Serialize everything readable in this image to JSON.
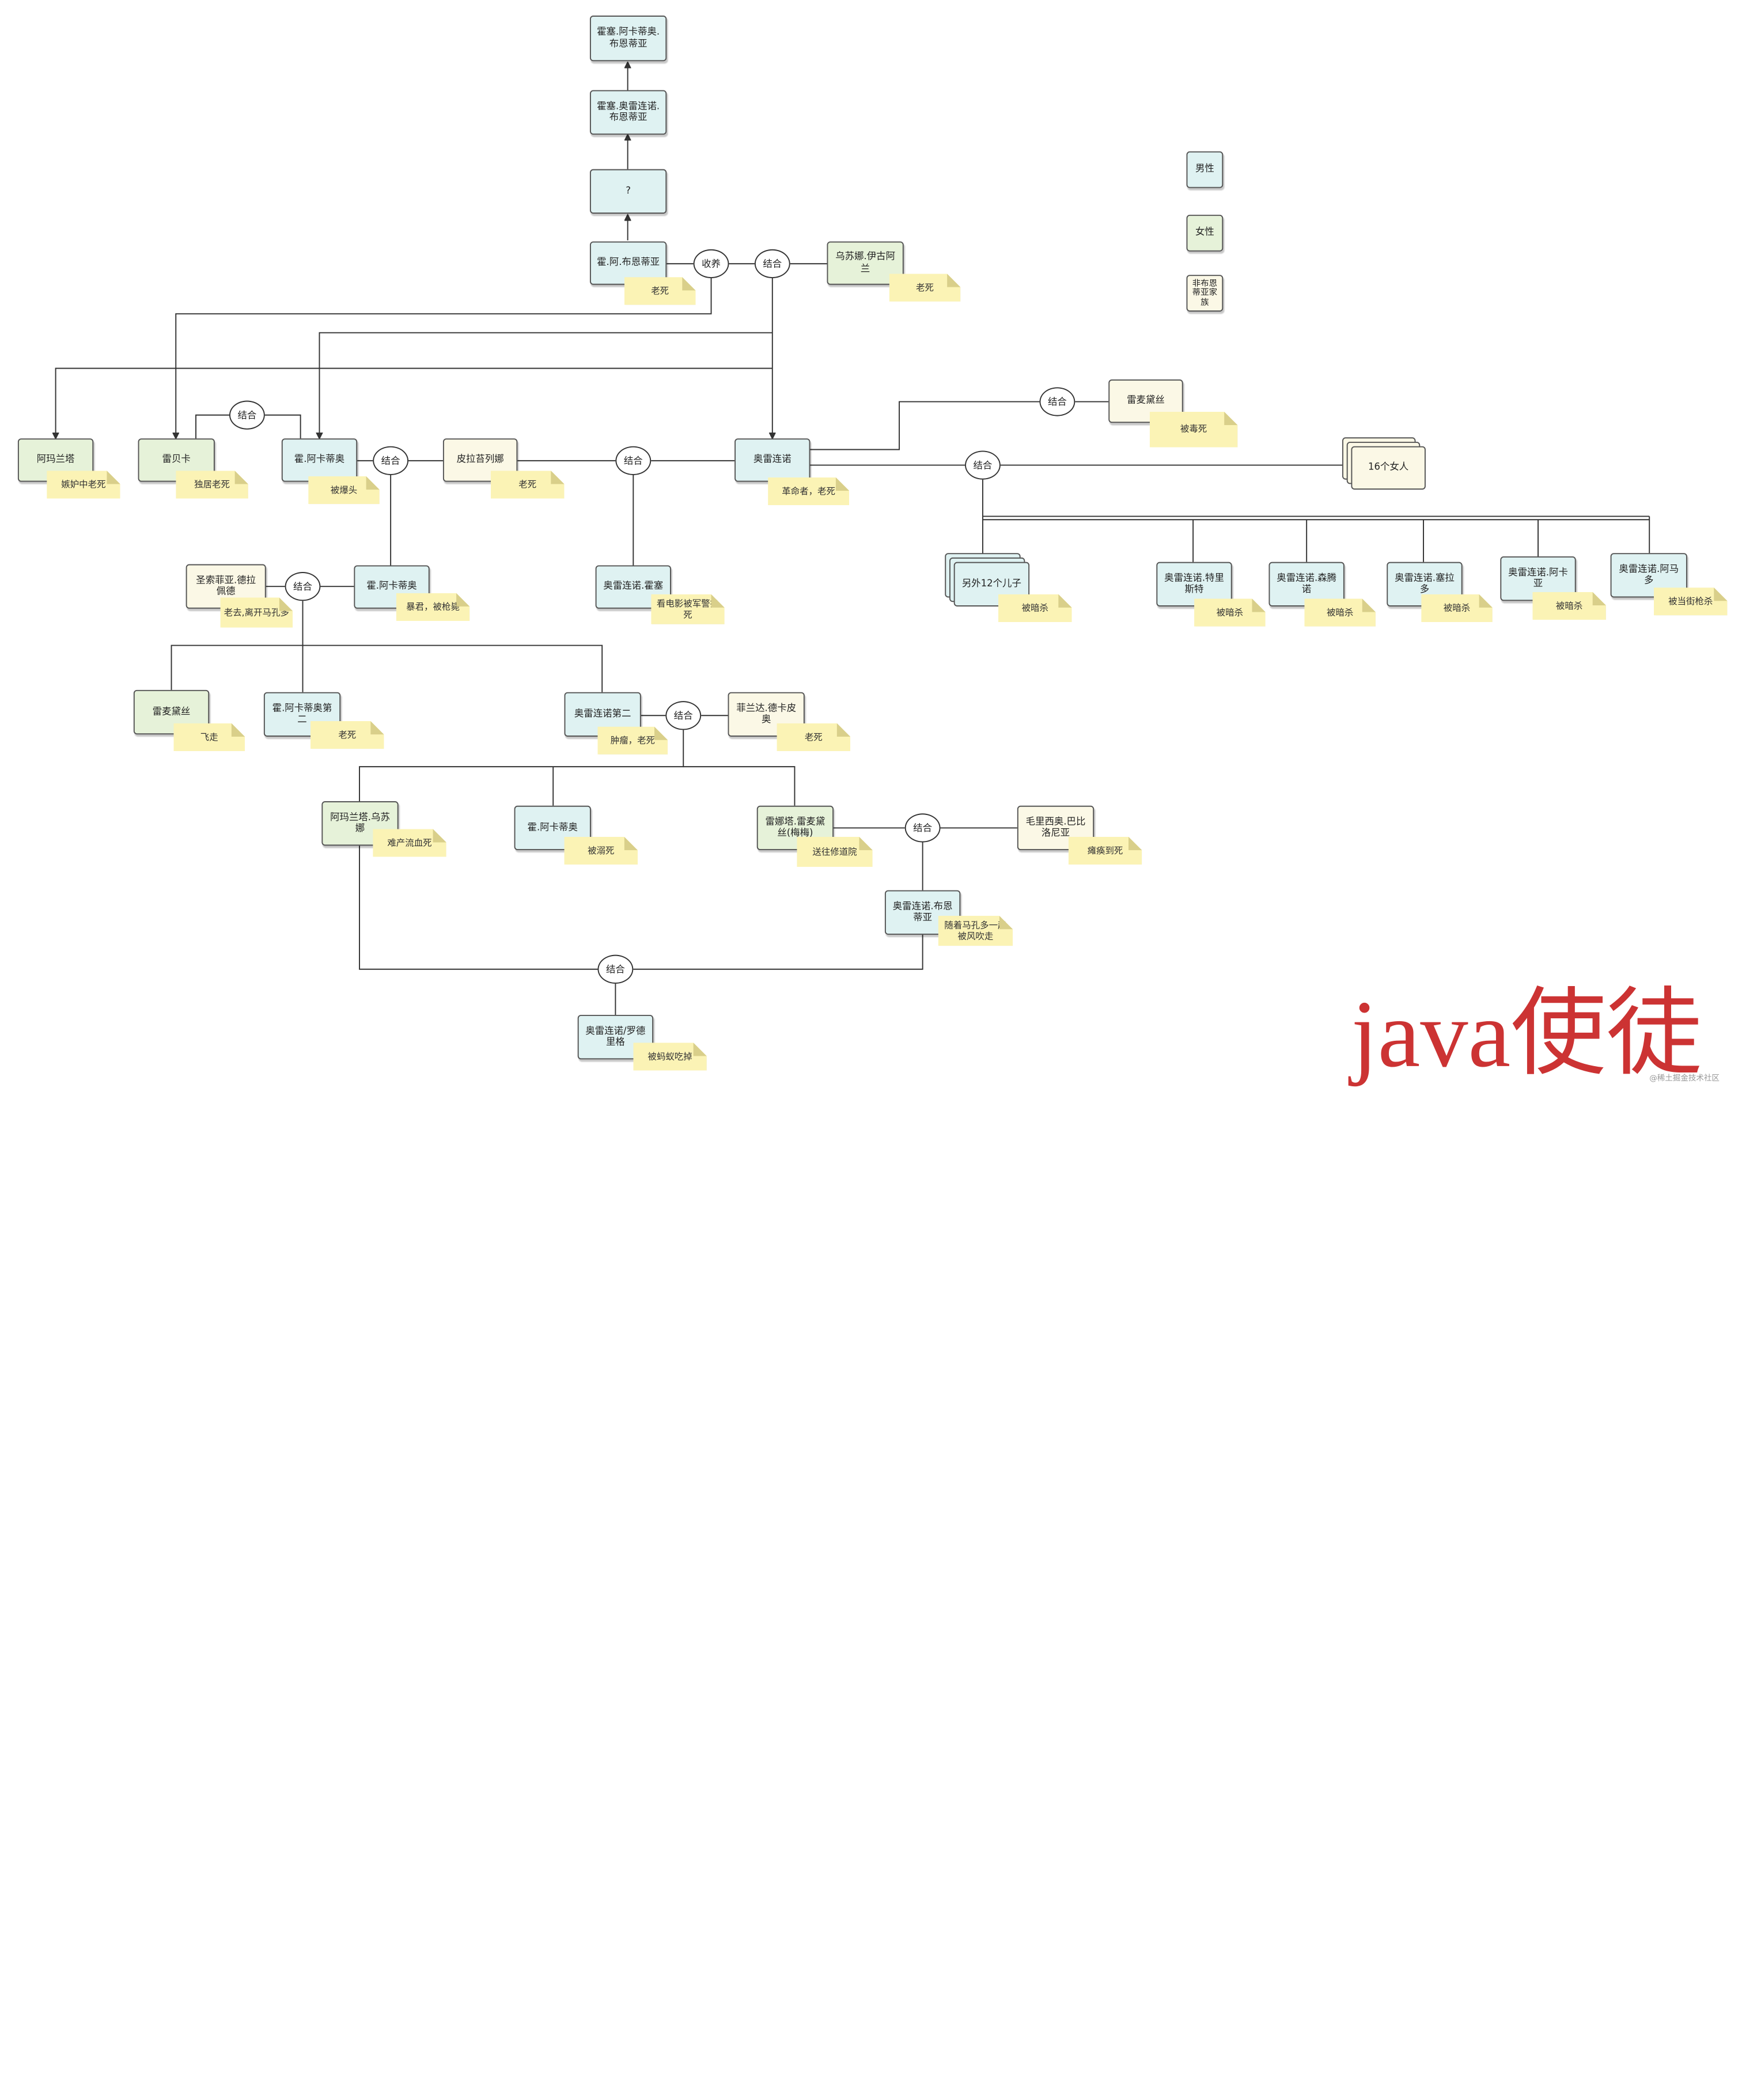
{
  "legend": {
    "male": "男性",
    "female": "女性",
    "non_family": "非布恩蒂亚家族"
  },
  "unions": {
    "adopt": "收养",
    "u_jose_ursula": "结合",
    "u_rebeca": "结合",
    "u_arcadio_pilar": "结合",
    "u_aureliano_pilar": "结合",
    "u_aureliano_remedios": "结合",
    "u_aureliano_16": "结合",
    "u_arcadio_santa": "结合",
    "u_ag2_fernanda": "结合",
    "u_meme_mauricio": "结合",
    "u_final": "结合"
  },
  "people": {
    "gg": {
      "name": "霍塞.阿卡蒂奥.布恩蒂亚"
    },
    "ga": {
      "name": "霍塞.奥雷连诺.布恩蒂亚"
    },
    "q": {
      "name": "?"
    },
    "jose": {
      "name": "霍.阿.布恩蒂亚",
      "fate": "老死"
    },
    "ursula": {
      "name": "乌苏娜.伊古阿兰",
      "fate": "老死"
    },
    "amaranta": {
      "name": "阿玛兰塔",
      "fate": "嫉妒中老死"
    },
    "rebeca": {
      "name": "雷贝卡",
      "fate": "独居老死"
    },
    "arcadio1": {
      "name": "霍.阿卡蒂奥",
      "fate": "被爆头"
    },
    "pilar": {
      "name": "皮拉苔列娜",
      "fate": "老死"
    },
    "aureliano": {
      "name": "奥雷连诺",
      "fate": "革命者，老死"
    },
    "remedios": {
      "name": "雷麦黛丝",
      "fate": "被毒死"
    },
    "women16": {
      "name": "16个女人"
    },
    "arcadio2": {
      "name": "霍.阿卡蒂奥",
      "fate": "暴君，被枪毙"
    },
    "santa": {
      "name": "圣索菲亚.德拉佩德",
      "fate": "老去,离开马孔多"
    },
    "aj": {
      "name": "奥雷连诺.霍塞",
      "fate": "看电影被军警打死"
    },
    "sons12": {
      "name": "另外12个儿子",
      "fate": "被暗杀"
    },
    "s1": {
      "name": "奥雷连诺.特里斯特",
      "fate": "被暗杀"
    },
    "s2": {
      "name": "奥雷连诺.森腾诺",
      "fate": "被暗杀"
    },
    "s3": {
      "name": "奥雷连诺.塞拉多",
      "fate": "被暗杀"
    },
    "s4": {
      "name": "奥雷连诺.阿卡亚",
      "fate": "被暗杀"
    },
    "s5": {
      "name": "奥雷连诺.阿马多",
      "fate": "被当街枪杀"
    },
    "remedios2": {
      "name": "雷麦黛丝",
      "fate": "飞走"
    },
    "ja2": {
      "name": "霍.阿卡蒂奥第二",
      "fate": "老死"
    },
    "ag2": {
      "name": "奥雷连诺第二",
      "fate": "肿瘤，老死"
    },
    "fernanda": {
      "name": "菲兰达.德卡皮奥",
      "fate": "老死"
    },
    "au": {
      "name": "阿玛兰塔.乌苏娜",
      "fate": "难产流血死"
    },
    "ja3": {
      "name": "霍.阿卡蒂奥",
      "fate": "被溺死"
    },
    "meme": {
      "name": "雷娜塔.雷麦黛丝(梅梅)",
      "fate": "送往修道院"
    },
    "mauricio": {
      "name": "毛里西奥.巴比洛尼亚",
      "fate": "瘫痪到死"
    },
    "ab": {
      "name": "奥雷连诺.布恩蒂亚",
      "fate": "随着马孔多一起被风吹走"
    },
    "ar": {
      "name": "奥雷连诺/罗德里格",
      "fate": "被蚂蚁吃掉"
    }
  },
  "watermark": "java使徒",
  "credit": "@稀土掘金技术社区"
}
